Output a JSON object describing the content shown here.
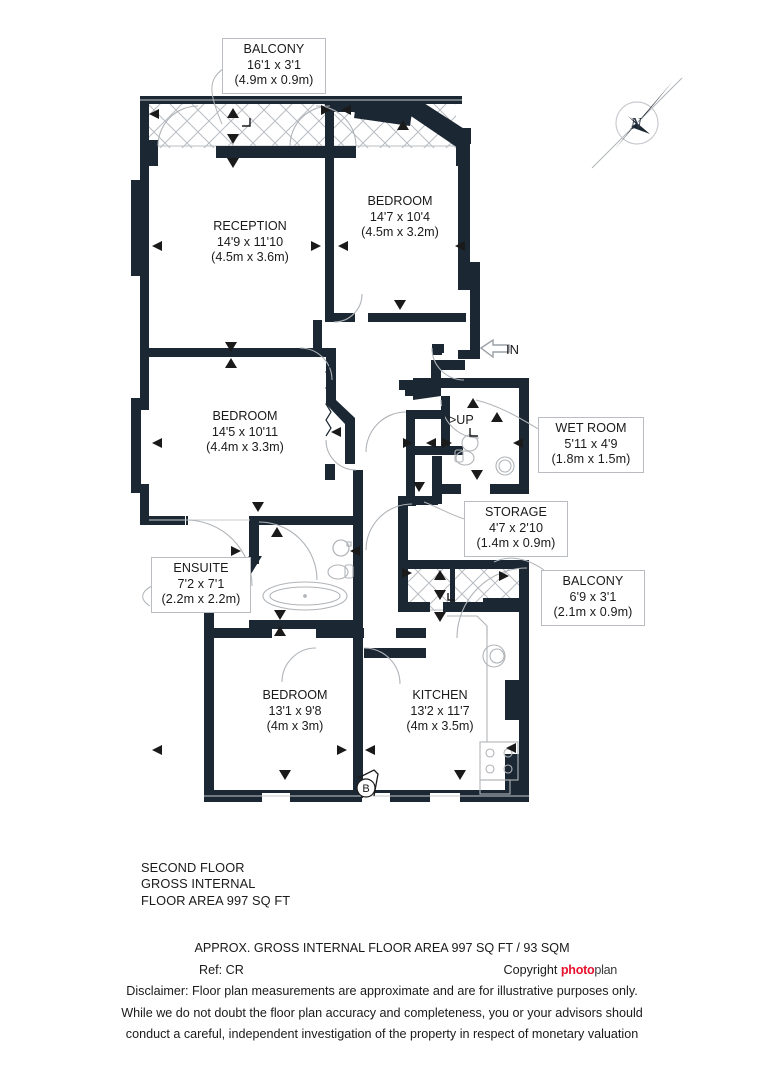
{
  "plan": {
    "floor_summary": [
      "SECOND FLOOR",
      "GROSS INTERNAL",
      "FLOOR AREA 997 SQ FT"
    ],
    "compass_label": "N",
    "entrance_label": "IN",
    "stairs_label": ">UP",
    "boiler_label": "B",
    "colors": {
      "wall": "#1b2733",
      "label_border": "#b9bdc2",
      "fixture_line": "#b0b4b8",
      "text": "#1a1a1a",
      "logo_red": "#e8112d"
    },
    "rooms": [
      {
        "id": "balcony-top",
        "name": "BALCONY",
        "imperial": "16'1 x 3'1",
        "metric": "(4.9m x 0.9m)"
      },
      {
        "id": "reception",
        "name": "RECEPTION",
        "imperial": "14'9 x 11'10",
        "metric": "(4.5m x 3.6m)"
      },
      {
        "id": "bedroom-1",
        "name": "BEDROOM",
        "imperial": "14'7 x 10'4",
        "metric": "(4.5m x 3.2m)"
      },
      {
        "id": "bedroom-2",
        "name": "BEDROOM",
        "imperial": "14'5 x 10'11",
        "metric": "(4.4m x 3.3m)"
      },
      {
        "id": "wet-room",
        "name": "WET ROOM",
        "imperial": "5'11 x 4'9",
        "metric": "(1.8m x 1.5m)"
      },
      {
        "id": "storage",
        "name": "STORAGE",
        "imperial": "4'7 x 2'10",
        "metric": "(1.4m x 0.9m)"
      },
      {
        "id": "ensuite",
        "name": "ENSUITE",
        "imperial": "7'2 x 7'1",
        "metric": "(2.2m x 2.2m)"
      },
      {
        "id": "balcony-right",
        "name": "BALCONY",
        "imperial": "6'9 x 3'1",
        "metric": "(2.1m x 0.9m)"
      },
      {
        "id": "bedroom-3",
        "name": "BEDROOM",
        "imperial": "13'1 x 9'8",
        "metric": "(4m x 3m)"
      },
      {
        "id": "kitchen",
        "name": "KITCHEN",
        "imperial": "13'2 x 11'7",
        "metric": "(4m x 3.5m)"
      }
    ]
  },
  "footer": {
    "area_line": "APPROX. GROSS INTERNAL FLOOR AREA 997 SQ FT / 93 SQM",
    "ref": "Ref: CR",
    "copyright_prefix": "Copyright",
    "logo_first": "photo",
    "logo_second": "plan",
    "disclaimer_lines": [
      "Disclaimer: Floor plan measurements are approximate and are for illustrative purposes only.",
      "While we do not doubt the floor plan accuracy and completeness, you or your advisors should",
      "conduct a careful, independent investigation of the property in respect of monetary valuation"
    ]
  }
}
